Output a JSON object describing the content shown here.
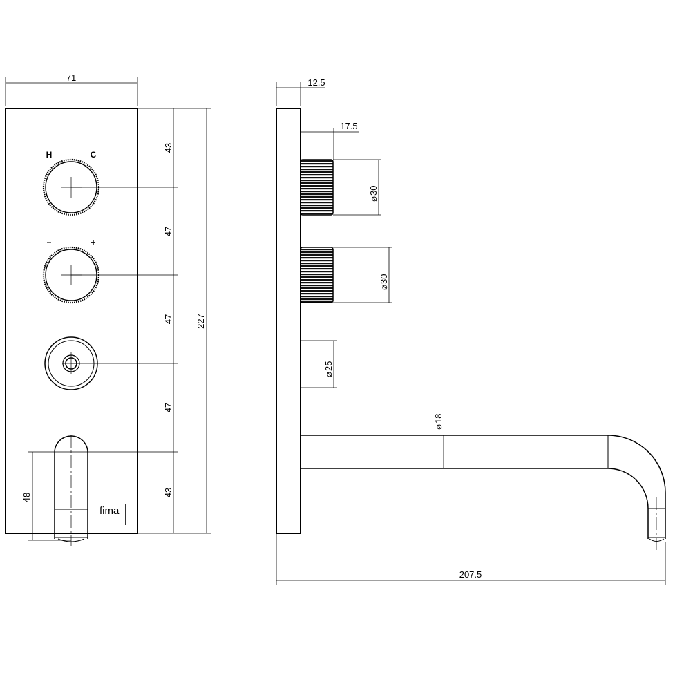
{
  "dimensions": {
    "width_71": "71",
    "d43_top": "43",
    "d47_a": "47",
    "d47_b": "47",
    "d47_c": "47",
    "d43_bottom": "43",
    "total_227": "227",
    "spout_48": "48",
    "plate_12_5": "12.5",
    "knob_depth_17_5": "17.5",
    "dia_30_a": "30",
    "dia_30_b": "30",
    "dia_25": "25",
    "dia_18": "18",
    "projection_207_5": "207.5"
  },
  "labels": {
    "hot": "H",
    "cold": "C",
    "minus": "−",
    "plus": "+",
    "brand": "fima",
    "diameter_symbol": "⌀"
  }
}
